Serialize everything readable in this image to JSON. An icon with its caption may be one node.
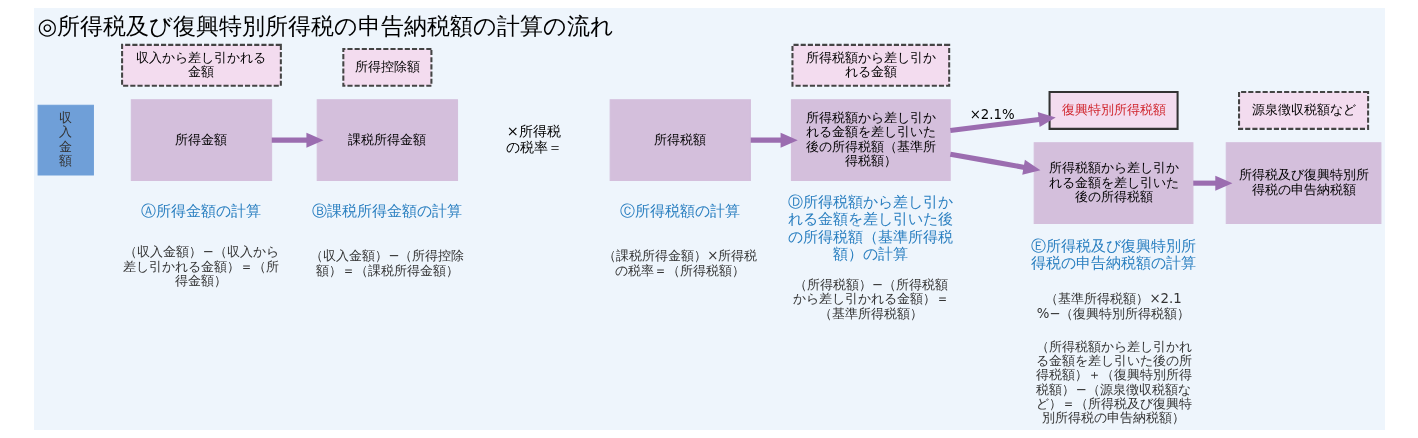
{
  "diagram": {
    "title": "◎所得税及び復興特別所得税の申告納税額の計算の流れ",
    "nodes": [
      {
        "text": [
          "収入金額"
        ]
      },
      {
        "text": [
          "収入から差し引かれる金額"
        ]
      },
      {
        "text": [
          "所得金額"
        ],
        "beside": [
          "Ⓐ所得金額の計算",
          "（収入金額）−（収入から差し引かれる金額）＝（所得金額）"
        ]
      },
      {
        "text": [
          "所得控除額"
        ]
      },
      {
        "text": [
          "課税所得金額"
        ],
        "beside": [
          "Ⓑ課税所得金額の計算",
          "（収入金額）−（所得控除額）＝（課税所得金額）"
        ]
      },
      {
        "text": [
          "所得税額"
        ],
        "beside": [
          "Ⓒ所得税額の計算",
          "（課税所得金額）×所得税の税率＝（所得税額）"
        ]
      },
      {
        "text": [
          "所得税額から差し引かれる金額"
        ]
      },
      {
        "text": [
          "所得税額から差し引かれる金額を差し引いた後の所得税額（基準所得税額）"
        ],
        "beside": [
          "Ⓓ所得税額から差し引かれる金額を差し引いた後の所得税額（基準所得税額）の計算",
          "（所得税額）−（所得税額から差し引かれる金額）＝（基準所得税額）"
        ]
      },
      {
        "text": [
          "復興特別所得税額"
        ]
      },
      {
        "text": [
          "所得税額から差し引かれる金額を差し引いた後の所得税額"
        ],
        "beside": [
          "Ⓔ所得税及び復興特別所得税の申告納税額の計算",
          "（基準所得税額）×2.1%−（復興特別所得税額）",
          "（所得税額から差し引かれる金額を差し引いた後の所得税額）＋（復興特別所得税額）−（源泉徴収税額など）＝（所得税及び復興特別所得税の申告納税額）"
        ]
      },
      {
        "text": [
          "源泉徴収税額など"
        ]
      },
      {
        "text": [
          "所得税及び復興特別所得税の申告納税額"
        ]
      }
    ],
    "edges": [
      {
        "from": 2,
        "to": 4,
        "arrow": "to"
      },
      {
        "from": 5,
        "to": 7,
        "arrow": "to"
      },
      {
        "from": 7,
        "to": 8,
        "arrow": "to",
        "label": "×2.1%"
      },
      {
        "from": 7,
        "to": 9,
        "arrow": "to"
      },
      {
        "from": 9,
        "to": 11,
        "arrow": "to"
      }
    ],
    "labels": [
      "×所得税の税率＝"
    ]
  }
}
